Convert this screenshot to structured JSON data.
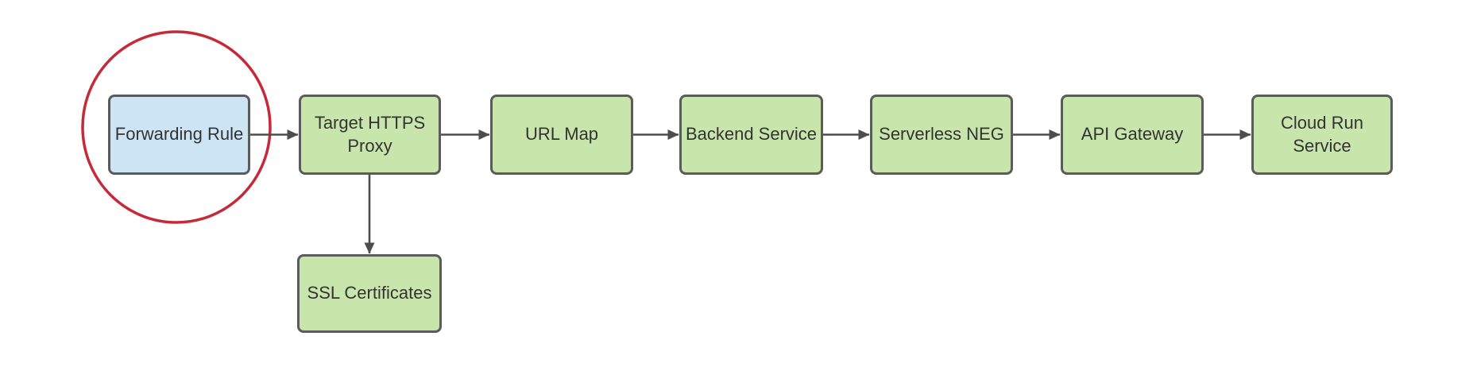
{
  "diagram": {
    "background": "#ffffff",
    "nodes": [
      {
        "id": "forwarding-rule",
        "label": "Forwarding Rule",
        "variant": "blue",
        "highlighted": true
      },
      {
        "id": "target-https-proxy",
        "label": "Target HTTPS Proxy",
        "variant": "green",
        "highlighted": false
      },
      {
        "id": "url-map",
        "label": "URL Map",
        "variant": "green",
        "highlighted": false
      },
      {
        "id": "backend-service",
        "label": "Backend Service",
        "variant": "green",
        "highlighted": false
      },
      {
        "id": "serverless-neg",
        "label": "Serverless NEG",
        "variant": "green",
        "highlighted": false
      },
      {
        "id": "api-gateway",
        "label": "API Gateway",
        "variant": "green",
        "highlighted": false
      },
      {
        "id": "cloud-run-service",
        "label": "Cloud Run Service",
        "variant": "green",
        "highlighted": false
      },
      {
        "id": "ssl-certificates",
        "label": "SSL Certificates",
        "variant": "green",
        "highlighted": false
      }
    ],
    "edges": [
      {
        "from": "forwarding-rule",
        "to": "target-https-proxy",
        "direction": "right"
      },
      {
        "from": "target-https-proxy",
        "to": "url-map",
        "direction": "right"
      },
      {
        "from": "url-map",
        "to": "backend-service",
        "direction": "right"
      },
      {
        "from": "backend-service",
        "to": "serverless-neg",
        "direction": "right"
      },
      {
        "from": "serverless-neg",
        "to": "api-gateway",
        "direction": "right"
      },
      {
        "from": "api-gateway",
        "to": "cloud-run-service",
        "direction": "right"
      },
      {
        "from": "target-https-proxy",
        "to": "ssl-certificates",
        "direction": "down"
      }
    ],
    "annotations": [
      {
        "type": "ellipse-highlight",
        "around": "forwarding-rule",
        "color": "#c62a39"
      }
    ],
    "colors": {
      "node_green_fill": "#c8e6ac",
      "node_blue_fill": "#cde4f5",
      "node_border": "#5b5b5b",
      "connector": "#4d4d4d",
      "text": "#333333",
      "highlight_red": "#c62a39",
      "background": "#ffffff"
    }
  }
}
